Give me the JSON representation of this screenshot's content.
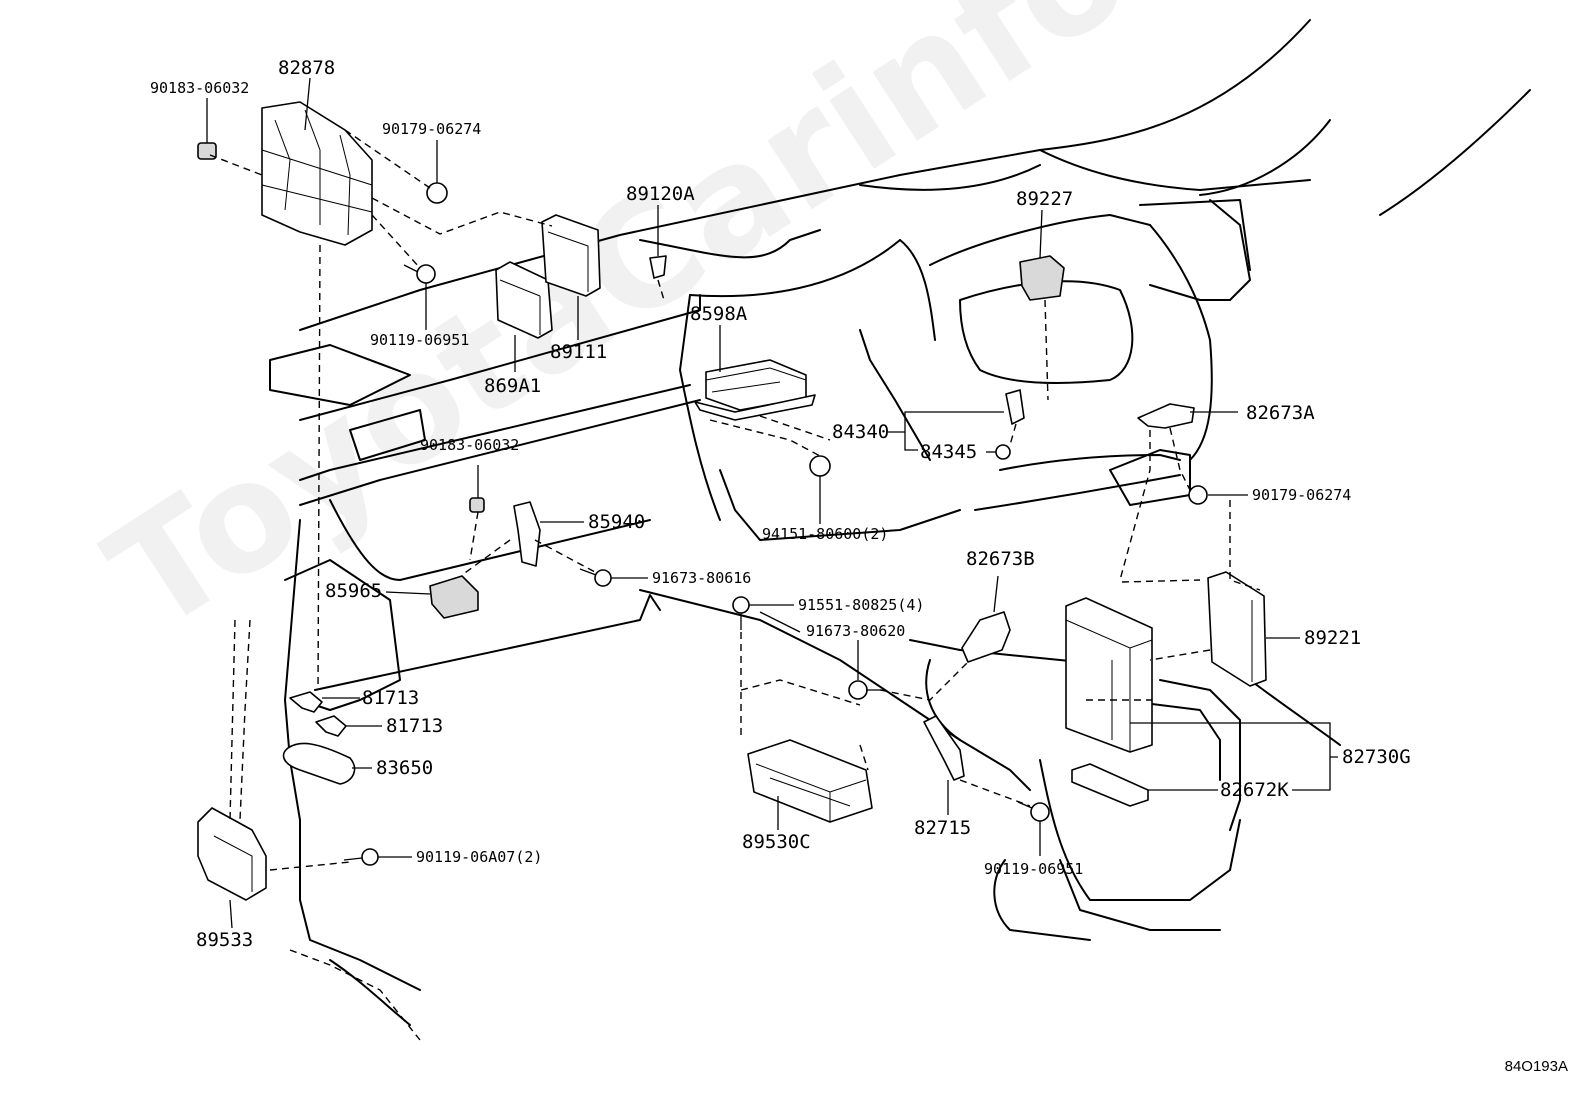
{
  "diagram_code": "84O193A",
  "watermark": "ToyotaCarinfo.ru",
  "parts": {
    "p82878": "82878",
    "p90183_top": "90183-06032",
    "p90179_top": "90179-06274",
    "p90119_top": "90119-06951",
    "p869A1": "869A1",
    "p89111": "89111",
    "p89120A": "89120A",
    "p8598A": "8598A",
    "p89227": "89227",
    "p84340": "84340",
    "p84345": "84345",
    "p82673A": "82673A",
    "p90179_right": "90179-06274",
    "p90183_mid": "90183-06032",
    "p85940": "85940",
    "p94151": "94151-80600(2)",
    "p85965": "85965",
    "p91673_616": "91673-80616",
    "p91551": "91551-80825(4)",
    "p91673_620": "91673-80620",
    "p82673B": "82673B",
    "p89221": "89221",
    "p81713_a": "81713",
    "p81713_b": "81713",
    "p83650": "83650",
    "p82730G": "82730G",
    "p82672K": "82672K",
    "p90119_06A07": "90119-06A07(2)",
    "p89530C": "89530C",
    "p82715": "82715",
    "p90119_bottom": "90119-06951",
    "p89533": "89533"
  }
}
